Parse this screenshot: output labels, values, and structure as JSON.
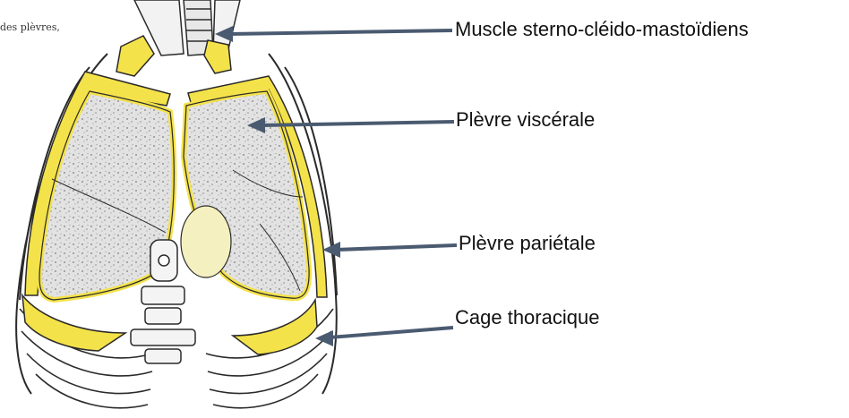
{
  "caption": "des plèvres,",
  "labels": {
    "sterno": "Muscle sterno-cléido-mastoïdiens",
    "visceral": "Plèvre viscérale",
    "parietal": "Plèvre pariétale",
    "cage": "Cage thoracique"
  },
  "colors": {
    "pleura_yellow": "#f4e24a",
    "lung_fill": "#d8d8d8",
    "arrow": "#4a5a70",
    "outline": "#2a2a2a"
  }
}
